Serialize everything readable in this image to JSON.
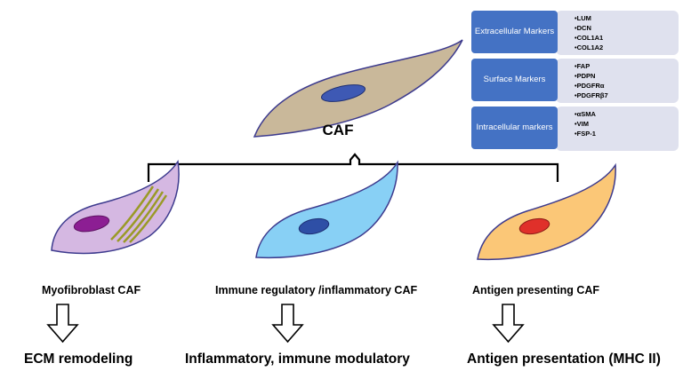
{
  "main_cell": {
    "label": "CAF"
  },
  "markers": [
    {
      "category": "Extracellular Markers",
      "items": [
        "LUM",
        "DCN",
        "COL1A1",
        "COL1A2"
      ]
    },
    {
      "category": "Surface Markers",
      "items": [
        "FAP",
        "PDPN",
        "PDGFRα",
        "PDGFRβ7"
      ]
    },
    {
      "category": "Intracellular markers",
      "items": [
        "αSMA",
        "VIM",
        "FSP-1"
      ]
    }
  ],
  "subtypes": [
    {
      "name": "Myofibroblast CAF",
      "function": "ECM remodeling",
      "cell_color": "#d5b8e2",
      "nucleus_color": "#8c1e93"
    },
    {
      "name": "Immune regulatory /inflammatory CAF",
      "function": "Inflammatory, immune modulatory",
      "cell_color": "#88d0f5",
      "nucleus_color": "#2e4fa6"
    },
    {
      "name": "Antigen presenting CAF",
      "function": "Antigen presentation (MHC II)",
      "cell_color": "#fbc777",
      "nucleus_color": "#e0302a"
    }
  ],
  "colors": {
    "main_cell": "#c9b89a",
    "main_nucleus": "#3e59b4",
    "cell_outline": "#3d3b8e",
    "marker_label_bg": "#4472c4",
    "marker_box_bg": "#dfe1ee",
    "fibers": "#9a9a27"
  }
}
